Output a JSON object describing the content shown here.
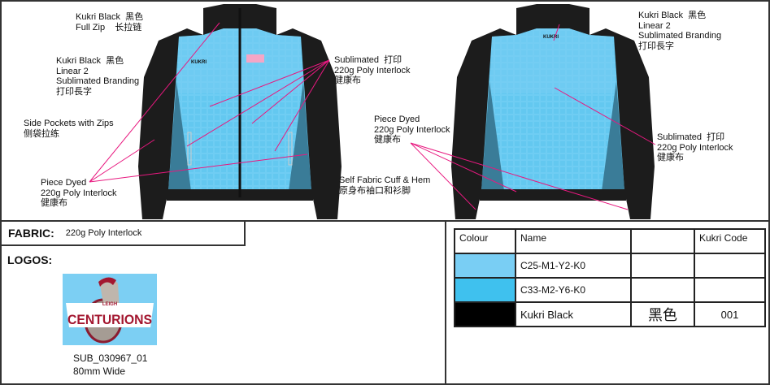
{
  "callouts": {
    "front_collar": [
      "Kukri Black  黑色",
      "Full Zip    长拉链"
    ],
    "front_branding": [
      "Kukri Black  黑色",
      "Linear 2",
      "Sublimated Branding",
      "打印長字"
    ],
    "side_pockets": [
      "Side Pockets with Zips",
      "侧袋拉练"
    ],
    "front_piece_dyed": [
      "Piece Dyed",
      "220g Poly Interlock",
      "健康布"
    ],
    "front_sublimated": [
      "Sublimated  打印",
      "220g Poly Interlock",
      "健康布"
    ],
    "back_piece_dyed": [
      "Piece Dyed",
      "220g Poly Interlock",
      "健康布"
    ],
    "cuff_hem": [
      "Self Fabric Cuff & Hem",
      "原身布袖口和衫脚"
    ],
    "back_branding": [
      "Kukri Black  黑色",
      "Linear 2",
      "Sublimated Branding",
      "打印長字"
    ],
    "back_sublimated": [
      "Sublimated  打印",
      "220g Poly Interlock",
      "健康布"
    ]
  },
  "brand_mark": "KUKRI",
  "fabric": {
    "label": "FABRIC:",
    "value": "220g Poly Interlock"
  },
  "logos": {
    "label": "LOGOS:",
    "logo_text_top": "LEIGH",
    "logo_text_main": "CENTURIONS",
    "code": "SUB_030967_01",
    "size": "80mm Wide"
  },
  "colour_table": {
    "headers": [
      "Colour",
      "Name",
      "",
      "Kukri Code"
    ],
    "rows": [
      {
        "swatch": "#79cef4",
        "name": "C25-M1-Y2-K0",
        "cn": "",
        "code": ""
      },
      {
        "swatch": "#3fc1ee",
        "name": "C33-M2-Y6-K0",
        "cn": "",
        "code": ""
      },
      {
        "swatch": "#000000",
        "name": "Kukri Black",
        "cn": "黑色",
        "code": "001"
      }
    ]
  },
  "colors": {
    "callout_line": "#e8187f",
    "jacket_black": "#1c1c1c",
    "sky": "#6fcdf3"
  }
}
